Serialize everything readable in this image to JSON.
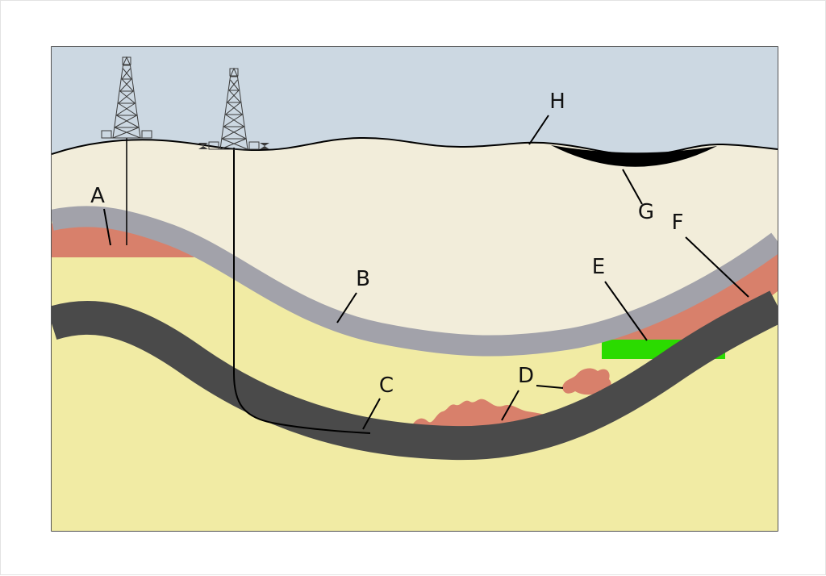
{
  "figure": {
    "type": "geological-cross-section-diagram",
    "labels": {
      "A": "A",
      "B": "B",
      "C": "C",
      "D": "D",
      "E": "E",
      "F": "F",
      "G": "G",
      "H": "H"
    },
    "colors": {
      "sky": "#ccd8e2",
      "topsoil": "#f2edda",
      "sandstone": "#f1eba4",
      "seal_layer": "#a2a2aa",
      "shale_layer": "#4a4a4a",
      "oil_deposit": "#d8806b",
      "gas_deposit": "#2bdb00",
      "coal_seam": "#000000",
      "outline": "#000000"
    }
  }
}
